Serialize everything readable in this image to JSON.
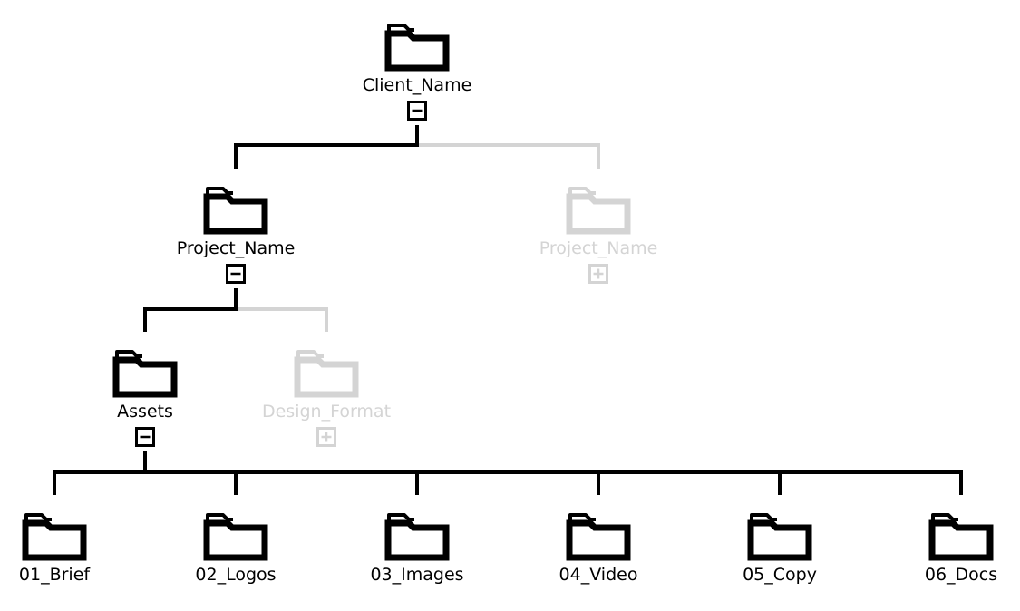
{
  "colors": {
    "active": "#000000",
    "inactive": "#d4d4d4",
    "background": "#ffffff"
  },
  "nodes": {
    "client": {
      "label": "Client_Name",
      "state": "expanded",
      "icon": "folder-icon",
      "toggle_icon": "minus-box-icon"
    },
    "project_a": {
      "label": "Project_Name",
      "state": "expanded",
      "icon": "folder-icon",
      "toggle_icon": "minus-box-icon"
    },
    "project_b": {
      "label": "Project_Name",
      "state": "collapsed",
      "icon": "folder-icon",
      "toggle_icon": "plus-box-icon"
    },
    "assets": {
      "label": "Assets",
      "state": "expanded",
      "icon": "folder-icon",
      "toggle_icon": "minus-box-icon"
    },
    "design_format": {
      "label": "Design_Format",
      "state": "collapsed",
      "icon": "folder-icon",
      "toggle_icon": "plus-box-icon"
    },
    "brief": {
      "label": "01_Brief",
      "icon": "folder-icon"
    },
    "logos": {
      "label": "02_Logos",
      "icon": "folder-icon"
    },
    "images": {
      "label": "03_Images",
      "icon": "folder-icon"
    },
    "video": {
      "label": "04_Video",
      "icon": "folder-icon"
    },
    "copy": {
      "label": "05_Copy",
      "icon": "folder-icon"
    },
    "docs": {
      "label": "06_Docs",
      "icon": "folder-icon"
    }
  }
}
